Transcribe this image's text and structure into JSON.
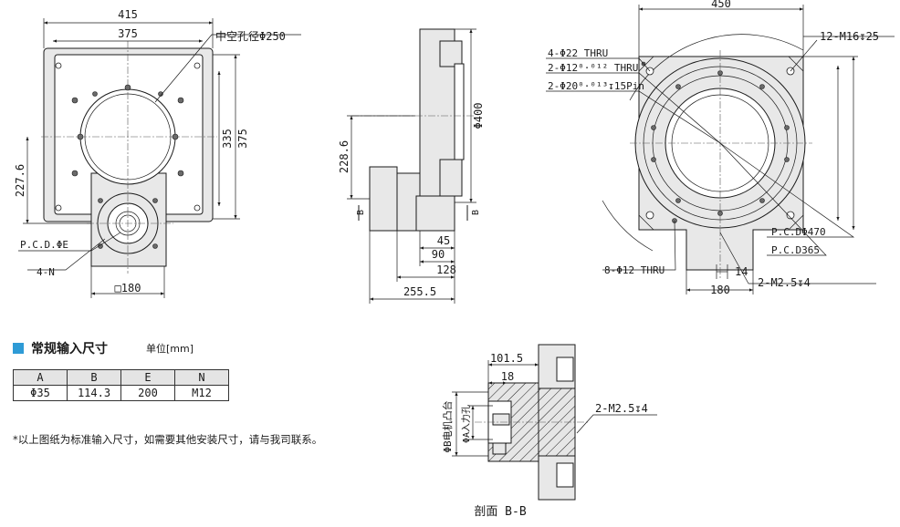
{
  "front_view": {
    "dim_415": "415",
    "dim_375_top": "375",
    "hollow_hole": "中空孔径Φ250",
    "dim_335": "335",
    "dim_375_side": "375",
    "dim_227_6": "227.6",
    "pcd_e": "P.C.D.ΦE",
    "four_n": "4-N",
    "square_180": "□180"
  },
  "side_view": {
    "dim_228_6": "228.6",
    "phi_400": "Φ400",
    "dim_45": "45",
    "dim_90": "90",
    "dim_128": "128",
    "dim_255_5": "255.5",
    "section_mark": "B"
  },
  "right_view": {
    "dim_450": "450",
    "m16": "12-M16↧25",
    "phi22": "4-Φ22 THRU",
    "phi12_pin": "2-Φ12⁰·⁰¹² THRU",
    "phi20_pin": "2-Φ20⁰·⁰¹³↧15Pin",
    "pcd470": "P.C.DΦ470",
    "pcd365": "P.C.D365",
    "phi12_thru": "8-Φ12 THRU",
    "dim_14": "14",
    "dim_180": "180",
    "m2_5": "2-M2.5↧4"
  },
  "section_view": {
    "dim_101_5": "101.5",
    "dim_18": "18",
    "motor_boss": "ΦB电机凸台",
    "input_hole": "ΦA入力孔",
    "m2_5": "2-M2.5↧4",
    "caption": "剖面 B-B"
  },
  "input_table": {
    "title": "常规输入尺寸",
    "unit": "单位[mm]",
    "headers": [
      "A",
      "B",
      "E",
      "N"
    ],
    "rows": [
      [
        "Φ35",
        "114.3",
        "200",
        "M12"
      ]
    ],
    "accent_color": "#2e9bd6"
  },
  "note": "*以上图纸为标准输入尺寸，如需要其他安装尺寸，请与我司联系。"
}
